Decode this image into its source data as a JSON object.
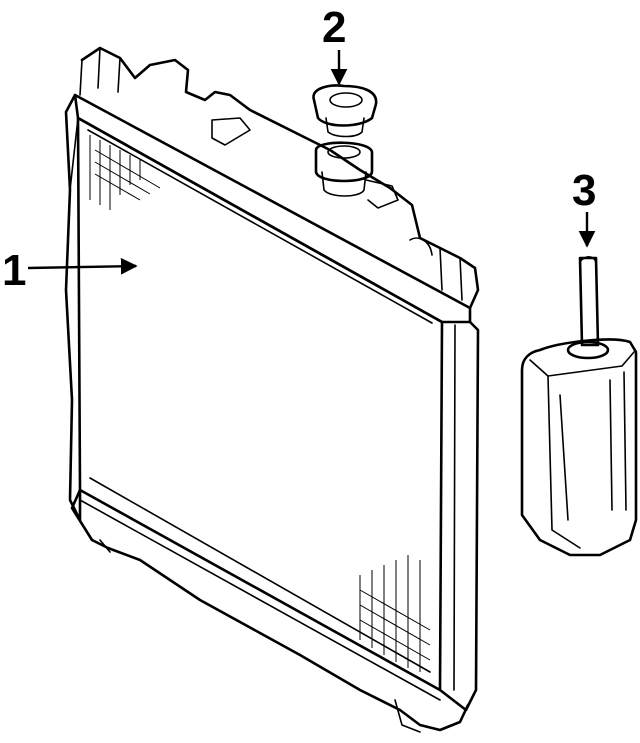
{
  "diagram": {
    "callouts": [
      {
        "id": "1",
        "label": "1",
        "part": "radiator"
      },
      {
        "id": "2",
        "label": "2",
        "part": "radiator-cap"
      },
      {
        "id": "3",
        "label": "3",
        "part": "coolant-container"
      }
    ],
    "colors": {
      "line": "#000000",
      "background": "#ffffff"
    }
  }
}
